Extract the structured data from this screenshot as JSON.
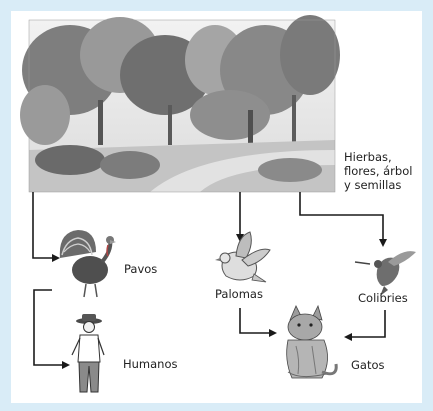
{
  "colors": {
    "background": "#d9ecf7",
    "panel": "#ffffff",
    "arrow": "#1a1a1a",
    "photo_sky": "#ececec",
    "photo_trees": "#8c8c8c",
    "photo_ground": "#bdbdbd"
  },
  "photo": {
    "icon": "park-photo"
  },
  "nodes": {
    "producers": {
      "label": "Hierbas,\nflores, árbol\ny semillas"
    },
    "turkeys": {
      "label": "Pavos",
      "icon": "turkey-icon"
    },
    "humans": {
      "label": "Humanos",
      "icon": "man-icon"
    },
    "doves": {
      "label": "Palomas",
      "icon": "dove-icon"
    },
    "hummingbirds": {
      "label": "Colibries",
      "icon": "hummingbird-icon"
    },
    "cats": {
      "label": "Gatos",
      "icon": "cat-icon"
    }
  }
}
